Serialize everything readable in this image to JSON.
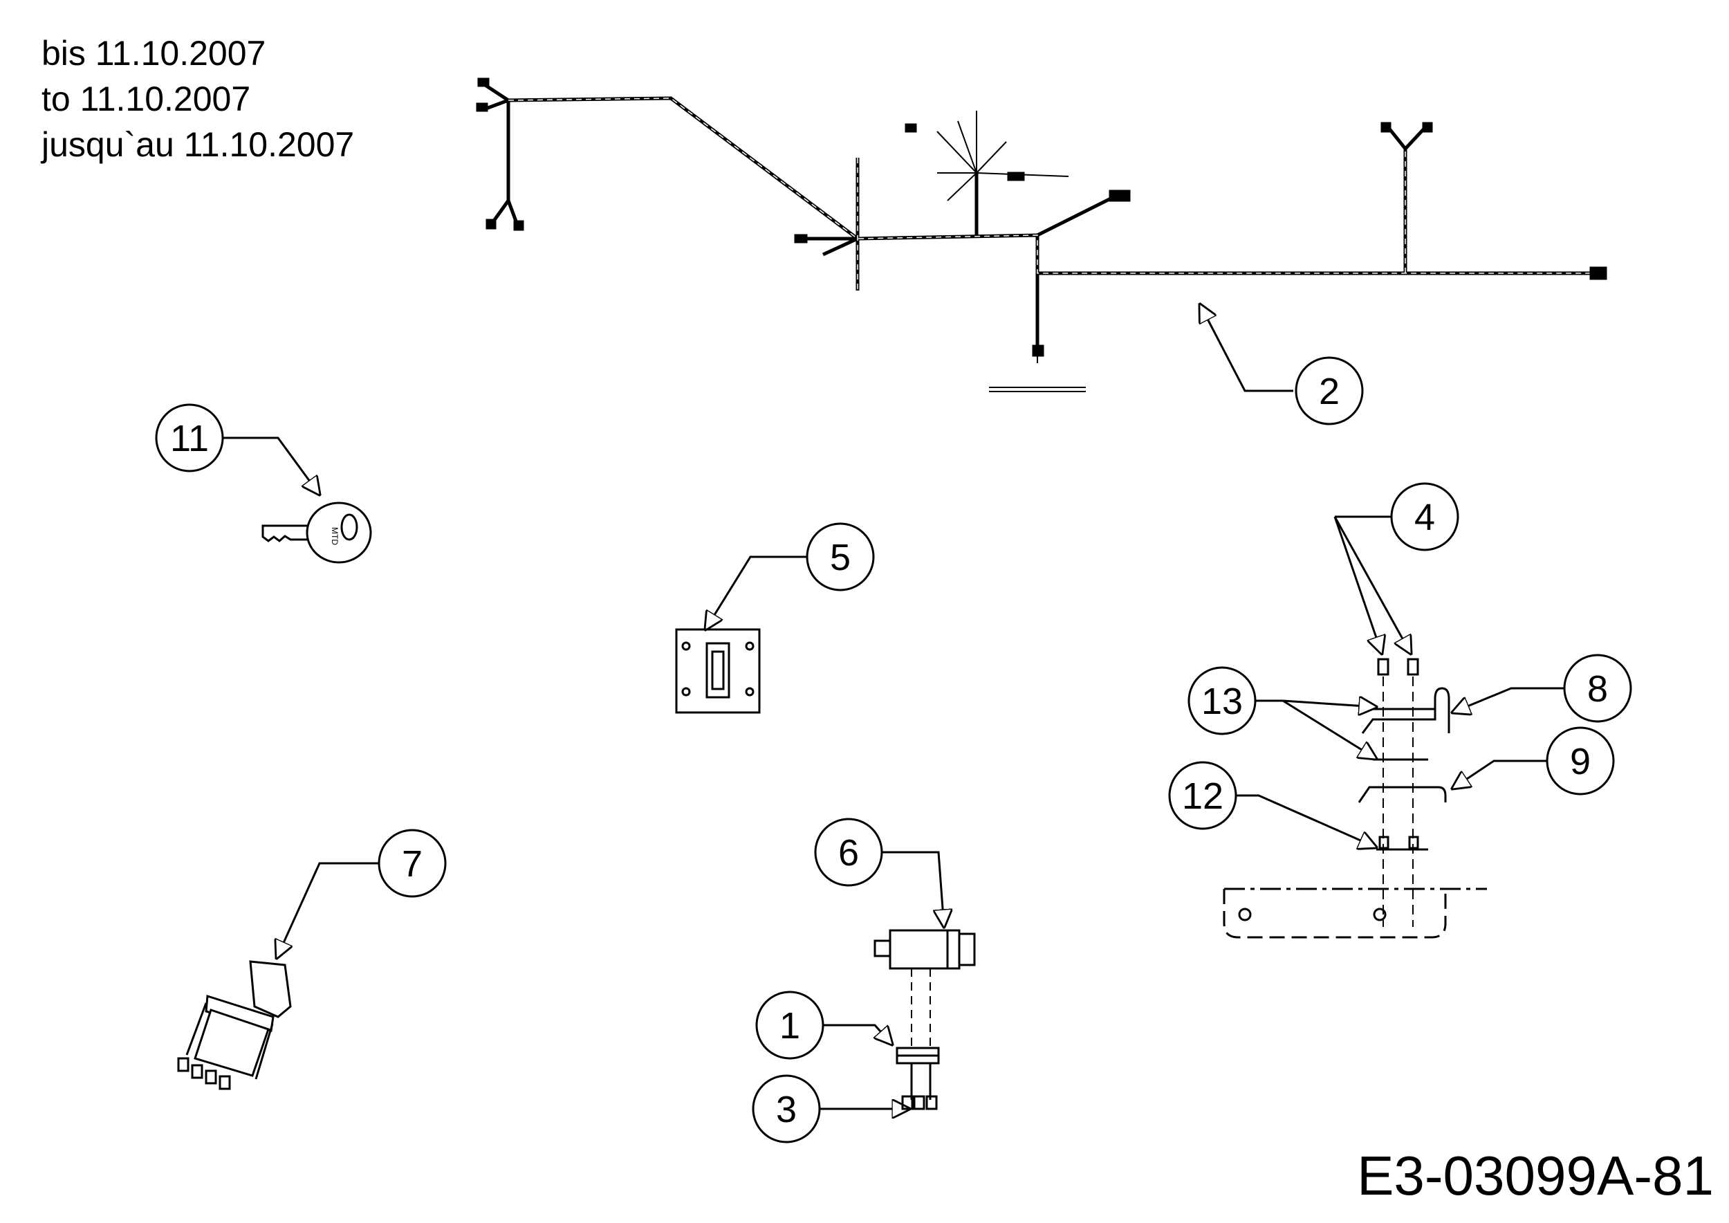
{
  "notes": {
    "de": "bis 11.10.2007",
    "en": "to 11.10.2007",
    "fr": "jusqu`au 11.10.2007"
  },
  "document_id": "E3-03099A-81",
  "callouts": {
    "wiring_harness": "2",
    "ignition_key": "11",
    "switch_plate": "5",
    "bolts": "4",
    "bracket_top": "8",
    "bracket_bottom": "9",
    "washers": "13",
    "nuts": "12",
    "pto_switch": "7",
    "connector": "6",
    "connector_clip": "1",
    "terminals": "3"
  },
  "markings": {
    "key_brand": "MTD"
  },
  "colors": {
    "line": "#000000",
    "background": "#ffffff"
  }
}
